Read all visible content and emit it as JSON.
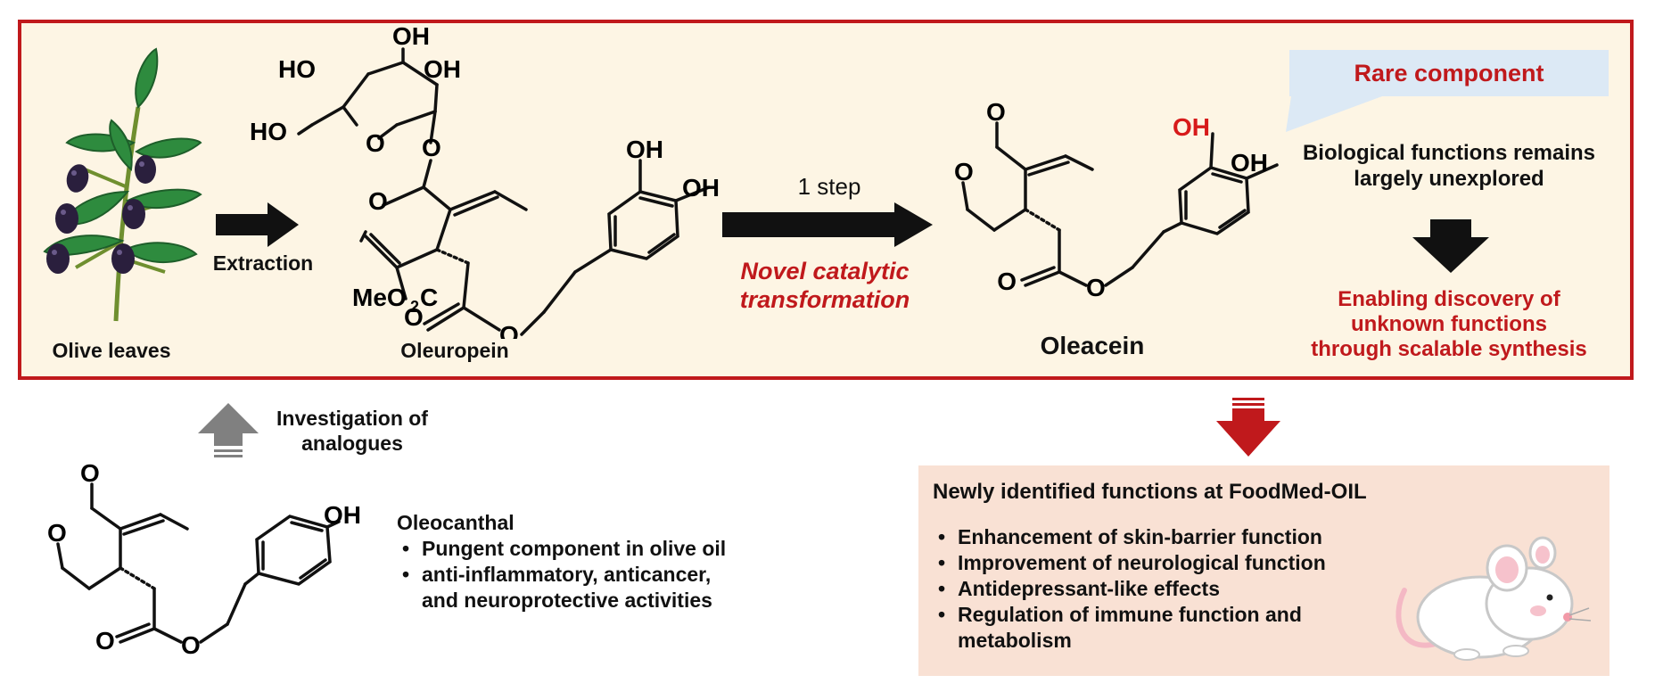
{
  "top": {
    "olive_label": "Olive leaves",
    "extraction_label": "Extraction",
    "oleuropein_label": "Oleuropein",
    "step_label": "1 step",
    "novel_line1": "Novel catalytic",
    "novel_line2": "transformation",
    "oleacein_label": "Oleacein",
    "rare_component": "Rare component",
    "bio_line1": "Biological functions remains",
    "bio_line2": "largely unexplored",
    "enable_line1": "Enabling discovery of",
    "enable_line2": "unknown functions",
    "enable_line3": "through scalable synthesis"
  },
  "chem": {
    "oh": "OH",
    "ho": "HO",
    "o": "O",
    "meo2c_main": "MeO",
    "meo2c_sub": "2",
    "meo2c_end": "C"
  },
  "bottom_left": {
    "investigation_line1": "Investigation of",
    "investigation_line2": "analogues",
    "oleocanthal_title": "Oleocanthal",
    "bullets": [
      "Pungent component in olive oil",
      "anti-inflammatory, anticancer,",
      "and neuroprotective activities"
    ]
  },
  "bottom_right": {
    "title": "Newly identified functions at FoodMed-OIL",
    "bullets": [
      "Enhancement of skin-barrier function",
      "Improvement of neurological function",
      "Antidepressant-like effects",
      "Regulation of immune function and",
      "metabolism"
    ]
  },
  "colors": {
    "frame_red": "#c0191c",
    "panel_cream": "#fdf5e4",
    "bubble_blue": "#dce9f5",
    "result_peach": "#f9e1d4",
    "grey_arrow": "#808080"
  }
}
